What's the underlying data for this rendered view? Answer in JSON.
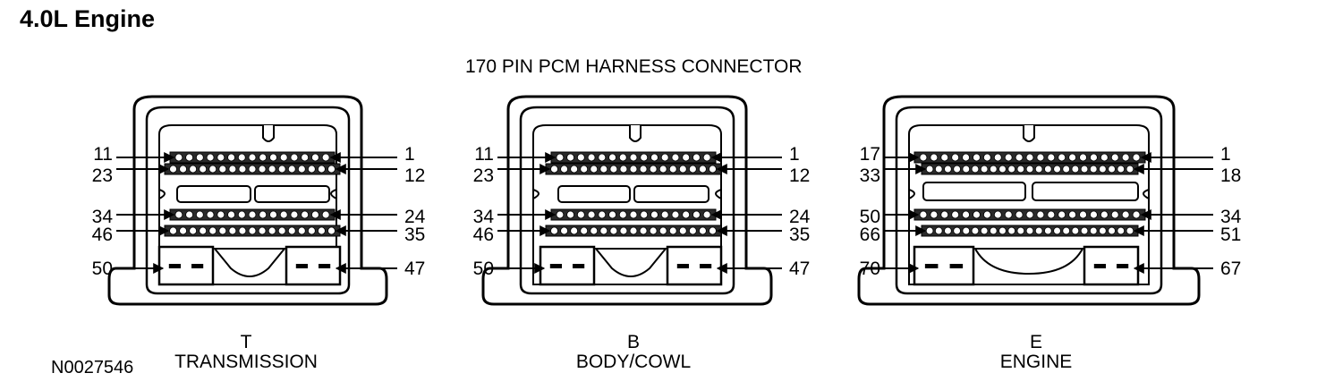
{
  "title": "4.0L Engine",
  "subtitle": "170 PIN PCM HARNESS CONNECTOR",
  "figure_code": "N0027546",
  "connectors": [
    {
      "id": "T",
      "letter": "T",
      "name": "TRANSMISSION",
      "labels_left": [
        "11",
        "23",
        "34",
        "46",
        "50"
      ],
      "labels_right": [
        "1",
        "12",
        "24",
        "35",
        "47"
      ]
    },
    {
      "id": "B",
      "letter": "B",
      "name": "BODY/COWL",
      "labels_left": [
        "11",
        "23",
        "34",
        "46",
        "50"
      ],
      "labels_right": [
        "1",
        "12",
        "24",
        "35",
        "47"
      ]
    },
    {
      "id": "E",
      "letter": "E",
      "name": "ENGINE",
      "labels_left": [
        "17",
        "33",
        "50",
        "66",
        "70"
      ],
      "labels_right": [
        "1",
        "18",
        "34",
        "51",
        "67"
      ]
    }
  ]
}
